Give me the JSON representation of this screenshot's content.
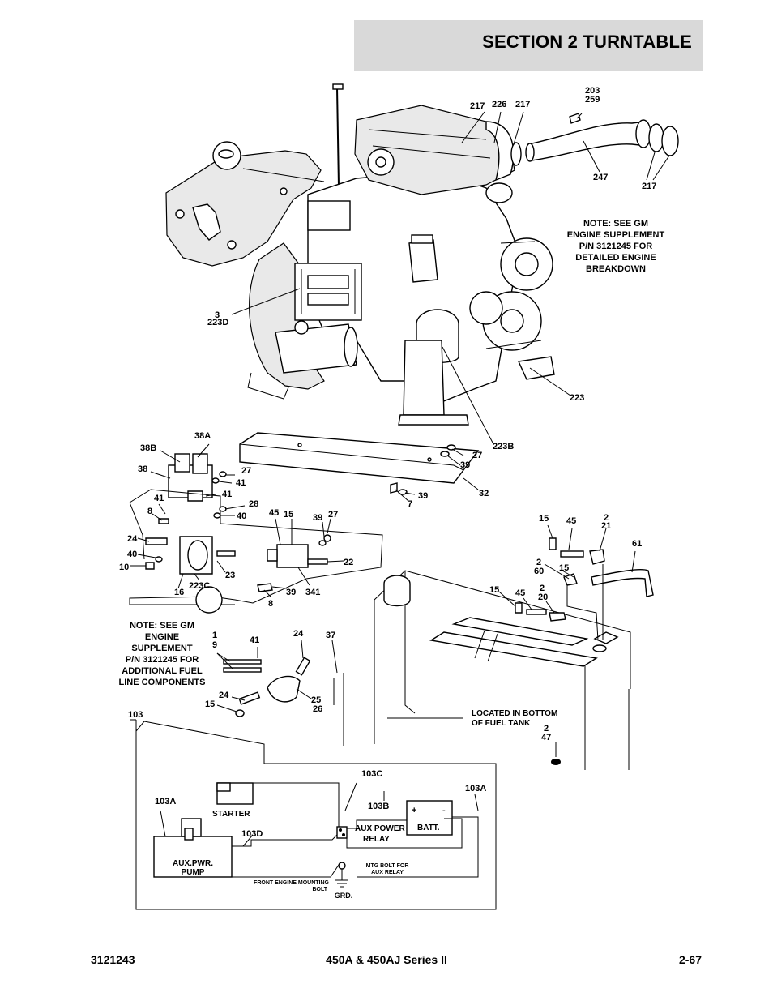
{
  "header": {
    "section_title": "SECTION 2   TURNTABLE"
  },
  "notes": {
    "engine_supplement": [
      "NOTE: SEE GM",
      "ENGINE SUPPLEMENT",
      "P/N 3121245 FOR",
      "DETAILED ENGINE",
      "BREAKDOWN"
    ],
    "fuel_supplement": [
      "NOTE: SEE GM",
      "ENGINE",
      "SUPPLEMENT",
      "P/N 3121245 FOR",
      "ADDITIONAL FUEL",
      "LINE COMPONENTS"
    ],
    "fuel_tank": [
      "LOCATED IN BOTTOM",
      "OF FUEL TANK"
    ]
  },
  "callouts": {
    "c203": "203",
    "c259": "259",
    "c217a": "217",
    "c226": "226",
    "c217b": "217",
    "c247": "247",
    "c217c": "217",
    "c3": "3",
    "c223D": "223D",
    "c223": "223",
    "c223B": "223B",
    "c38A": "38A",
    "c38B": "38B",
    "c38": "38",
    "c27a": "27",
    "c41a": "41",
    "c41b": "41",
    "c41c": "41",
    "c8a": "8",
    "c28": "28",
    "c40a": "40",
    "c27b": "27",
    "c39a": "39",
    "c32": "32",
    "c39b": "39",
    "c7": "7",
    "c45a": "45",
    "c15a": "15",
    "c39c": "39",
    "c27c": "27",
    "c24a": "24",
    "c40b": "40",
    "c10": "10",
    "c22": "22",
    "c23": "23",
    "c223C": "223C",
    "c16": "16",
    "c39d": "39",
    "c341": "341",
    "c8b": "8",
    "c15b": "15",
    "c45b": "45",
    "c2a": "2",
    "c21": "21",
    "c61": "61",
    "c2b": "2",
    "c60": "60",
    "c15c": "15",
    "c15d": "15",
    "c45c": "45",
    "c2c": "2",
    "c20": "20",
    "c1": "1",
    "c9": "9",
    "c41d": "41",
    "c24b": "24",
    "c37": "37",
    "c24c": "24",
    "c15e": "15",
    "c25": "25",
    "c26": "26",
    "c103": "103",
    "c2d": "2",
    "c47": "47"
  },
  "schematic": {
    "c103C": "103C",
    "c103B": "103B",
    "c103A_right": "103A",
    "c103A_left": "103A",
    "c103D": "103D",
    "starter": "STARTER",
    "aux_power_relay": [
      "AUX POWER",
      "RELAY"
    ],
    "batt": "BATT.",
    "plus": "+",
    "minus": "-",
    "aux_pump": [
      "AUX.PWR.",
      "PUMP"
    ],
    "front_bolt": [
      "FRONT ENGINE MOUNTING",
      "BOLT"
    ],
    "mtg_bolt": [
      "MTG BOLT FOR",
      "AUX RELAY"
    ],
    "grd": "GRD."
  },
  "footer": {
    "doc_number": "3121243",
    "model": "450A & 450AJ Series II",
    "page": "2-67"
  }
}
